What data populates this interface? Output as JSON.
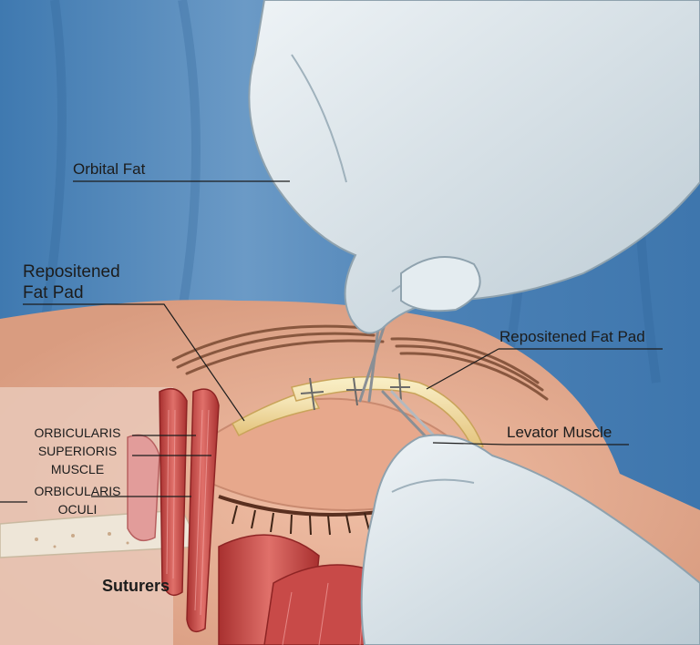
{
  "labels": {
    "orbital_fat": "Orbital Fat",
    "repositioned_fat_pad_left_1": "Repositened",
    "repositioned_fat_pad_left_2": "Fat Pad",
    "repositioned_fat_pad_right": "Repositened Fat Pad",
    "levator_muscle": "Levator Muscle",
    "orbicularis_1": "ORBICULARIS",
    "superioris_1": "SUPERIORIS",
    "muscle_1": "MUSCLE",
    "orbicularis_2": "ORBICULARIS",
    "oculi_1": "OCULI",
    "sutures": "Suturers"
  },
  "colors": {
    "background": "#4f86b8",
    "skin": "#e9b59c",
    "muscle": "#c84a48",
    "fat_pad": "#f1dca0",
    "glove": "#d9e4ea",
    "bone": "#eee6d8"
  }
}
